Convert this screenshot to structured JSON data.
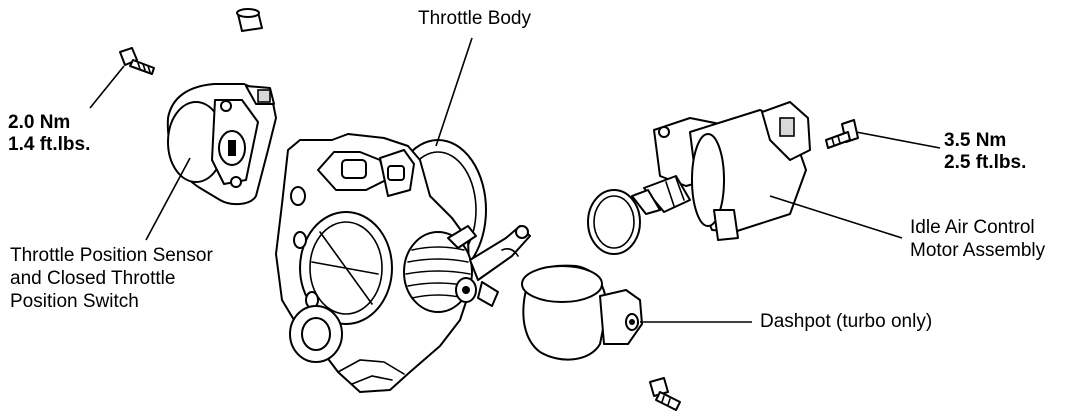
{
  "labels": {
    "throttle_body": "Throttle Body",
    "tps_line1": "Throttle Position Sensor",
    "tps_line2": "and Closed Throttle",
    "tps_line3": "Position Switch",
    "iac_line1": "Idle Air Control",
    "iac_line2": "Motor Assembly",
    "dashpot": "Dashpot (turbo only)"
  },
  "torque_left": {
    "nm": "2.0  Nm",
    "ftlbs": "1.4  ft.lbs."
  },
  "torque_right": {
    "nm": "3.5  Nm",
    "ftlbs": "2.5  ft.lbs."
  }
}
